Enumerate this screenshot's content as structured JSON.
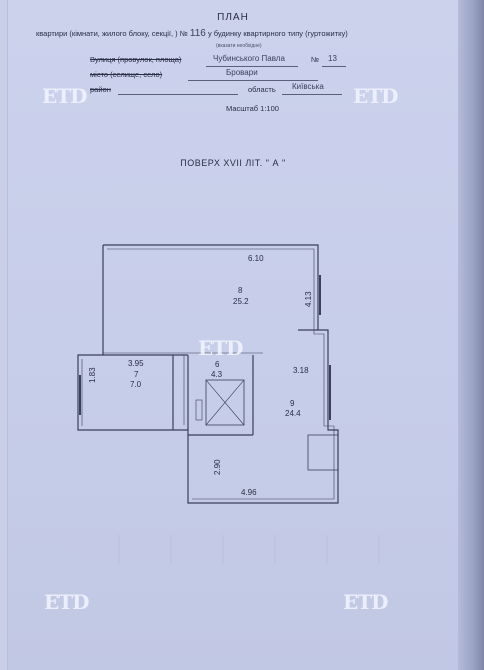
{
  "header": {
    "title": "ПЛАН",
    "line1": "квартири (кімнати, жилого блоку, секції, ) №",
    "apt_no": "116",
    "line1_tail": "у будинку квартирного типу (гуртожитку)",
    "note": "(вказати необхідне)",
    "street_label": "Вулиця (провулок, площа)",
    "street_value": "Чубинського Павла",
    "house_label": "№",
    "house_value": "13",
    "city_label": "місто (селище, село)",
    "city_value": "Бровари",
    "district_label": "район",
    "region_label": "область",
    "region_value": "Київська",
    "scale": "Масштаб 1:100"
  },
  "floor": {
    "label": "ПОВЕРХ XVII ЛІТ. \" А \""
  },
  "plan": {
    "room8": {
      "no": "8",
      "area": "25.2"
    },
    "room7": {
      "no": "7",
      "area": "7.0"
    },
    "room6": {
      "no": "6",
      "area": "4.3"
    },
    "room9": {
      "no": "9",
      "area": "24.4"
    },
    "dims": {
      "top": "6.10",
      "right_top": "4.13",
      "left_room": "3.95",
      "left_side": "1.83",
      "mid_right": "3.18",
      "bottom_left": "2.90",
      "bottom": "4.96"
    }
  },
  "watermark": "ЕТD"
}
